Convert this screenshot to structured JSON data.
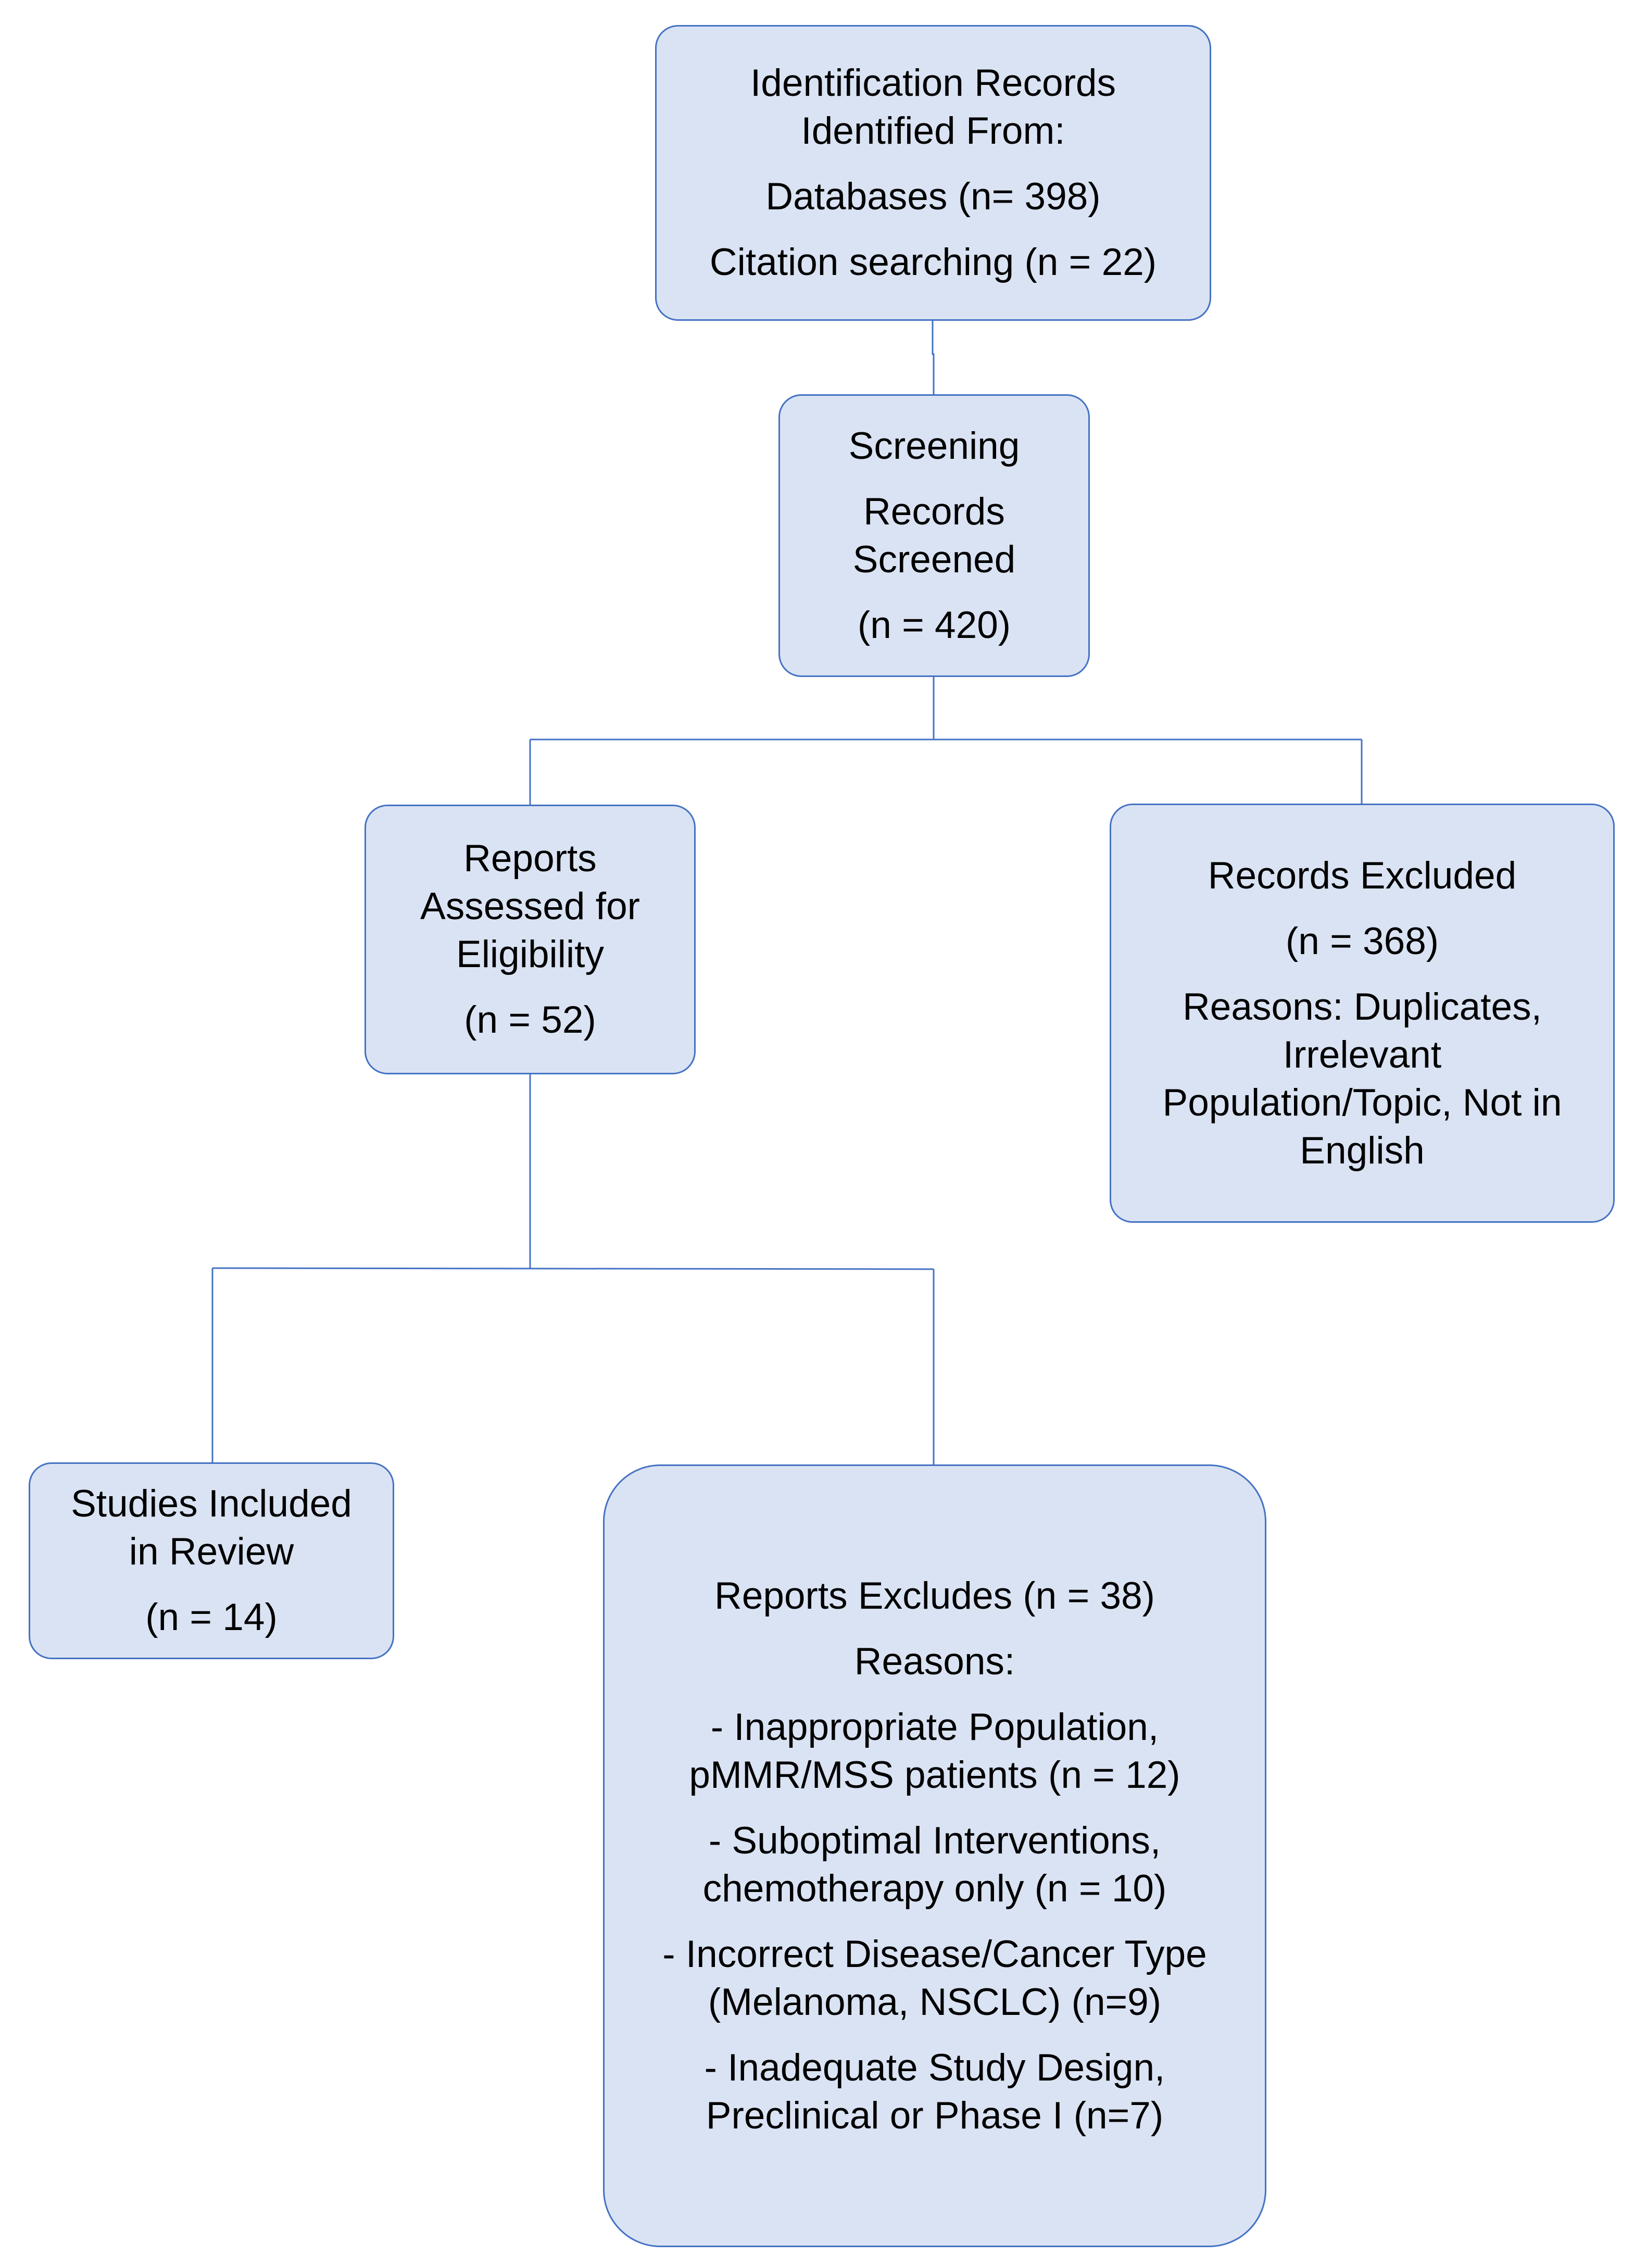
{
  "boxes": {
    "identification": {
      "title_lines": [
        "Identification Records",
        "Identified From:"
      ],
      "lines": [
        "Databases (n= 398)",
        "Citation searching (n = 22)"
      ]
    },
    "screening": {
      "title": "Screening",
      "label_lines": [
        "Records",
        "Screened"
      ],
      "count": "(n = 420)"
    },
    "eligibility": {
      "label_lines": [
        "Reports",
        "Assessed for",
        "Eligibility"
      ],
      "count": "(n = 52)"
    },
    "records_excluded": {
      "title": "Records Excluded",
      "count": "(n = 368)",
      "reason_lines": [
        "Reasons: Duplicates,",
        "Irrelevant",
        "Population/Topic, Not in",
        "English"
      ]
    },
    "included": {
      "label_lines": [
        "Studies Included",
        "in Review"
      ],
      "count": "(n = 14)"
    },
    "reports_excluded": {
      "title": "Reports Excludes (n = 38)",
      "reasons_label": "Reasons:",
      "reasons": [
        [
          "- Inappropriate Population,",
          "pMMR/MSS patients (n = 12)"
        ],
        [
          "- Suboptimal Interventions,",
          "chemotherapy only (n = 10)"
        ],
        [
          "- Incorrect Disease/Cancer Type",
          "(Melanoma, NSCLC) (n=9)"
        ],
        [
          "- Inadequate Study Design,",
          "Preclinical or Phase I (n=7)"
        ]
      ]
    }
  },
  "colors": {
    "box_fill": "#dae3f3",
    "box_border": "#4472c4",
    "connector": "#4472c4"
  }
}
